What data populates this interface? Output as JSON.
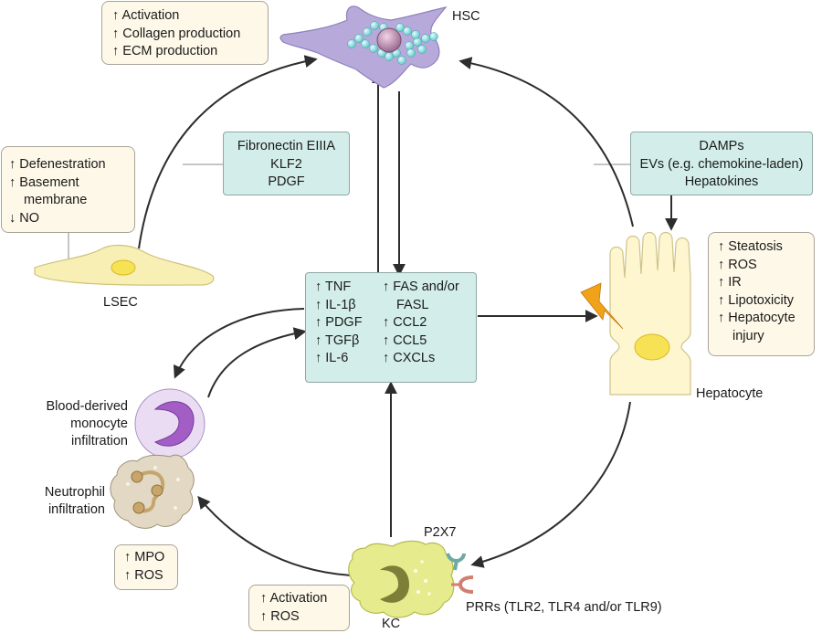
{
  "hsc": {
    "label": "HSC",
    "box": [
      "↑ Activation",
      "↑ Collagen production",
      "↑ ECM production"
    ]
  },
  "lsec": {
    "label": "LSEC",
    "box": [
      "↑ Defenestration",
      "↑ Basement",
      "membrane",
      "↓ NO"
    ]
  },
  "lsec_signals": [
    "Fibronectin EIIIA",
    "KLF2",
    "PDGF"
  ],
  "hepatocyte_signals": [
    "DAMPs",
    "EVs (e.g. chemokine-laden)",
    "Hepatokines"
  ],
  "hepatocyte": {
    "label": "Hepatocyte",
    "box": [
      "↑ Steatosis",
      "↑ ROS",
      "↑ IR",
      "↑ Lipotoxicity",
      "↑ Hepatocyte",
      "injury"
    ]
  },
  "cytokines": {
    "left": [
      "↑ TNF",
      "↑ IL-1β",
      "↑ PDGF",
      "↑ TGFβ",
      "↑ IL-6"
    ],
    "right": [
      "↑ FAS and/or",
      "FASL",
      "↑ CCL2",
      "↑ CCL5",
      "↑ CXCLs"
    ]
  },
  "monocyte": {
    "label_lines": [
      "Blood-derived",
      "monocyte",
      "infiltration"
    ]
  },
  "neutrophil": {
    "label_lines": [
      "Neutrophil",
      "infiltration"
    ],
    "box": [
      "↑ MPO",
      "↑ ROS"
    ]
  },
  "kc": {
    "label": "KC",
    "box": [
      "↑ Activation",
      "↑ ROS"
    ],
    "p2x7": "P2X7",
    "prrs": "PRRs (TLR2, TLR4 and/or TLR9)"
  },
  "colors": {
    "arrow": "#2d2d2d",
    "cream_box": "#fdf8e8",
    "teal_box": "#d3eeea",
    "cell_yellow": "#f7efb4",
    "nucleus_yellow": "#f6e254",
    "hsc_purple": "#b7aadb",
    "monocyte_purple": "#c9a2dc",
    "neutrophil_tan": "#d9cfb8",
    "kc_green": "#e6ec8e",
    "lightning": "#f0a21a"
  }
}
